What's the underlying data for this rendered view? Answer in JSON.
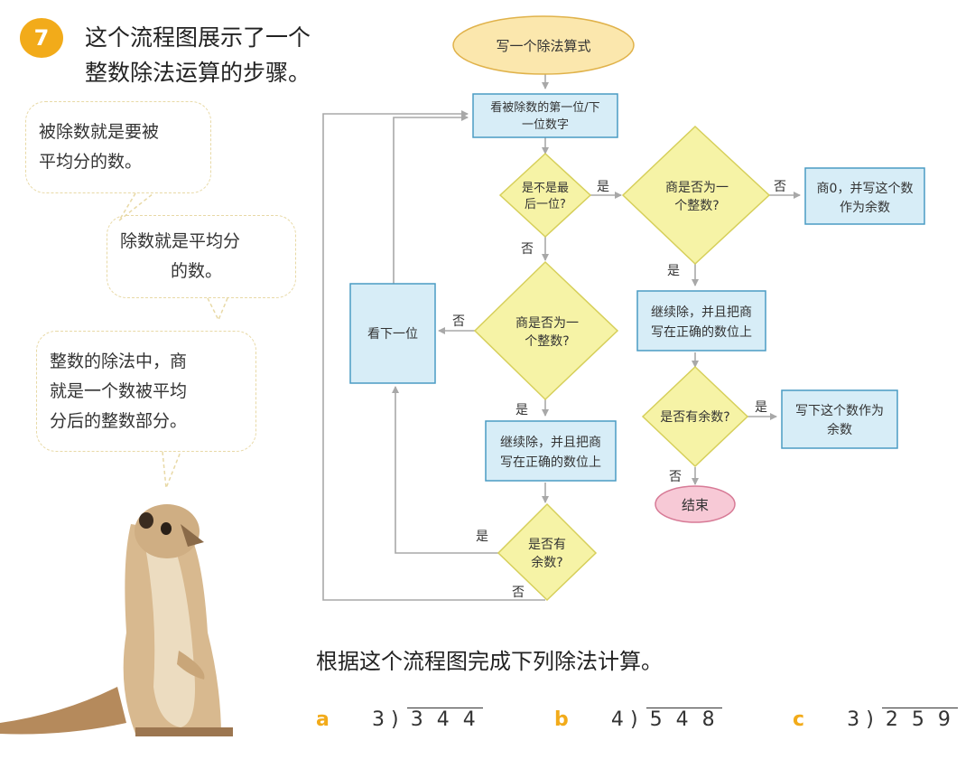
{
  "question": {
    "number": "7",
    "text_line1": "这个流程图展示了一个",
    "text_line2": "整数除法运算的步骤。"
  },
  "bubbles": [
    {
      "line1": "被除数就是要被",
      "line2": "平均分的数。"
    },
    {
      "line1": "除数就是平均分",
      "line2": "的数。"
    },
    {
      "line1": "整数的除法中，商",
      "line2": "就是一个数被平均",
      "line3": "分后的整数部分。"
    }
  ],
  "flowchart": {
    "start": "写一个除法算式",
    "look_digit_line1": "看被除数的第一位/下",
    "look_digit_line2": "一位数字",
    "is_last_line1": "是不是最",
    "is_last_line2": "后一位?",
    "quotient_integer_right_line1": "商是否为一",
    "quotient_integer_right_line2": "个整数?",
    "quotient_zero_line1": "商0，并写这个数",
    "quotient_zero_line2": "作为余数",
    "continue_right_line1": "继续除，并且把商",
    "continue_right_line2": "写在正确的数位上",
    "has_remainder_right": "是否有余数?",
    "write_remainder_line1": "写下这个数作为",
    "write_remainder_line2": "余数",
    "end": "结束",
    "quotient_integer_left_line1": "商是否为一",
    "quotient_integer_left_line2": "个整数?",
    "look_next": "看下一位",
    "continue_left_line1": "继续除，并且把商",
    "continue_left_line2": "写在正确的数位上",
    "has_remainder_left_line1": "是否有",
    "has_remainder_left_line2": "余数?",
    "yes": "是",
    "no": "否"
  },
  "instruction": "根据这个流程图完成下列除法计算。",
  "problems": [
    {
      "letter": "a",
      "divisor": "3",
      "dividend": "3 4 4"
    },
    {
      "letter": "b",
      "divisor": "4",
      "dividend": "5 4 8"
    },
    {
      "letter": "c",
      "divisor": "3",
      "dividend": "2 5 9"
    }
  ],
  "colors": {
    "accent": "#f2ab1a",
    "box_fill": "#d7edf7",
    "box_stroke": "#4a9cc4",
    "diamond_fill": "#f6f3a6",
    "diamond_stroke": "#d6cf5a",
    "end_fill": "#f7c9d6",
    "end_stroke": "#d77a96",
    "start_fill": "#fbe7ad",
    "start_stroke": "#e0b24a",
    "arrow": "#a8a8a8"
  }
}
